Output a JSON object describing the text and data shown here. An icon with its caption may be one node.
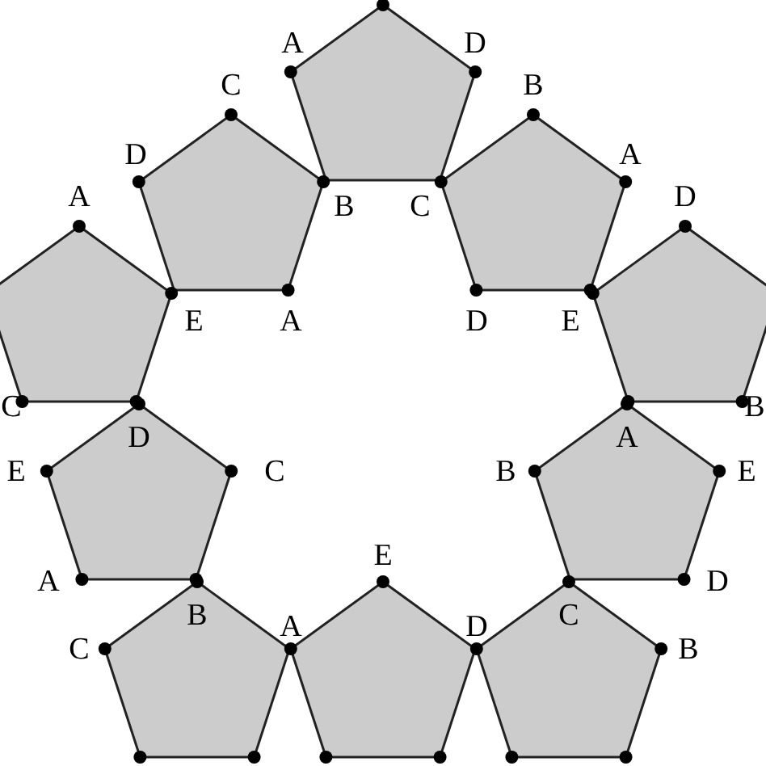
{
  "diagram": {
    "labels": [
      "A",
      "D",
      "C",
      "B",
      "D",
      "A",
      "A",
      "D",
      "B",
      "C",
      "E",
      "A",
      "D",
      "E",
      "C",
      "B",
      "D",
      "A",
      "E",
      "C",
      "B",
      "E",
      "E",
      "A",
      "D",
      "B",
      "A",
      "D",
      "C",
      "C",
      "B"
    ]
  }
}
